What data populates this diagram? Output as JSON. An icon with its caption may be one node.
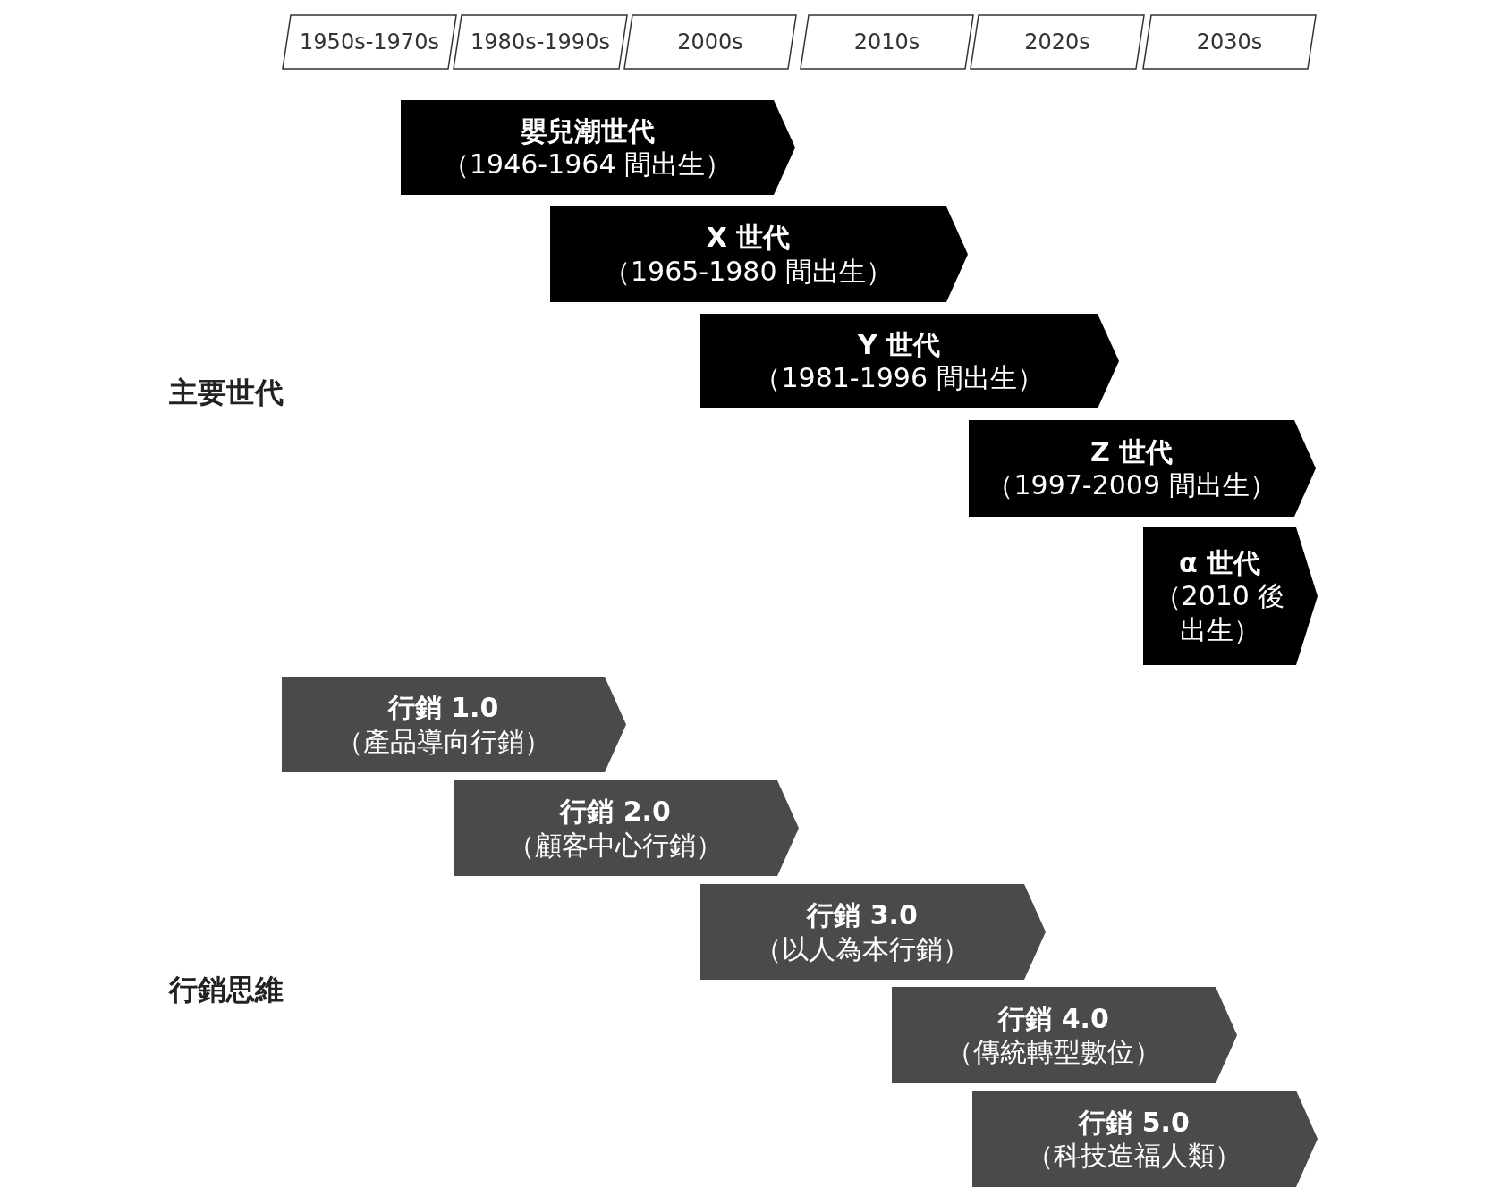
{
  "diagram": {
    "nodes": [
      {
        "text": [
          "1950s-1970s"
        ]
      },
      {
        "text": [
          "1980s-1990s"
        ]
      },
      {
        "text": [
          "2000s"
        ]
      },
      {
        "text": [
          "2010s"
        ]
      },
      {
        "text": [
          "2020s"
        ]
      },
      {
        "text": [
          "2030s"
        ]
      },
      {
        "text": [
          "嬰兒潮世代",
          "（1946-1964 間出生）"
        ]
      },
      {
        "text": [
          "X 世代",
          "（1965-1980 間出生）"
        ]
      },
      {
        "text": [
          "Y 世代",
          "（1981-1996 間出生）"
        ]
      },
      {
        "text": [
          "Z 世代",
          "（1997-2009 間出生）"
        ]
      },
      {
        "text": [
          "α 世代",
          "（2010 後出生）"
        ]
      },
      {
        "text": [
          "行銷 1.0",
          "（產品導向行銷）"
        ]
      },
      {
        "text": [
          "行銷 2.0",
          "（顧客中心行銷）"
        ]
      },
      {
        "text": [
          "行銷 3.0",
          "（以人為本行銷）"
        ]
      },
      {
        "text": [
          "行銷 4.0",
          "（傳統轉型數位）"
        ]
      },
      {
        "text": [
          "行銷 5.0",
          "（科技造福人類）"
        ]
      }
    ],
    "labels": [
      "主要世代",
      "行銷思維"
    ]
  }
}
